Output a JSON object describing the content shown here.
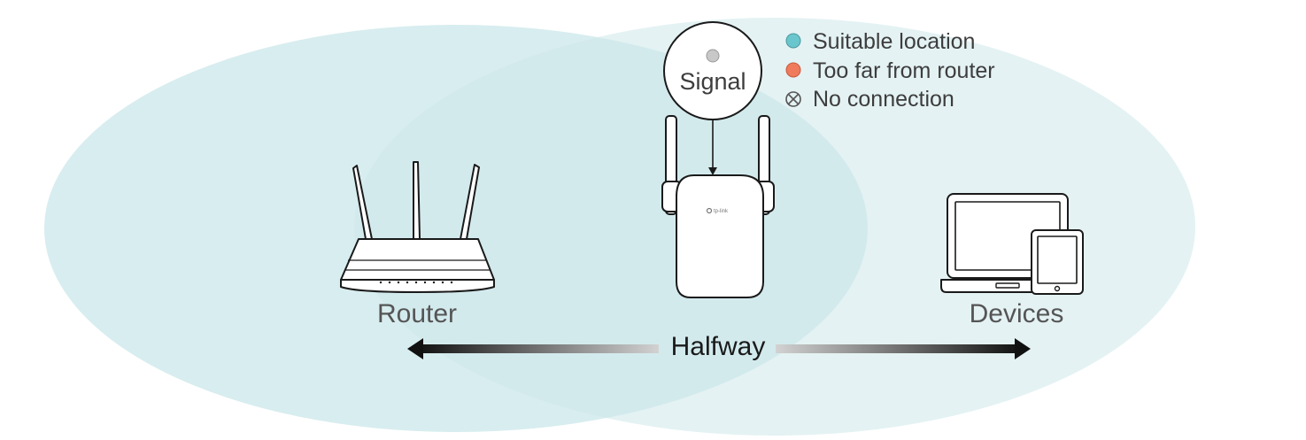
{
  "signal_callout": {
    "label": "Signal"
  },
  "legend": {
    "items": [
      {
        "label": "Suitable location",
        "icon": "teal-dot-icon",
        "color": "#69c6cc"
      },
      {
        "label": "Too far from router",
        "icon": "orange-dot-icon",
        "color": "#ef7a5c"
      },
      {
        "label": "No connection",
        "icon": "crossed-circle-icon",
        "color": "#555555"
      }
    ]
  },
  "devices": {
    "router_label": "Router",
    "devices_label": "Devices",
    "extender_brand": "tp-link"
  },
  "distance": {
    "label": "Halfway"
  },
  "colors": {
    "coverage": "#d6ecee",
    "overlap": "#c3e2e6",
    "arrow": "#1a1a1a"
  }
}
